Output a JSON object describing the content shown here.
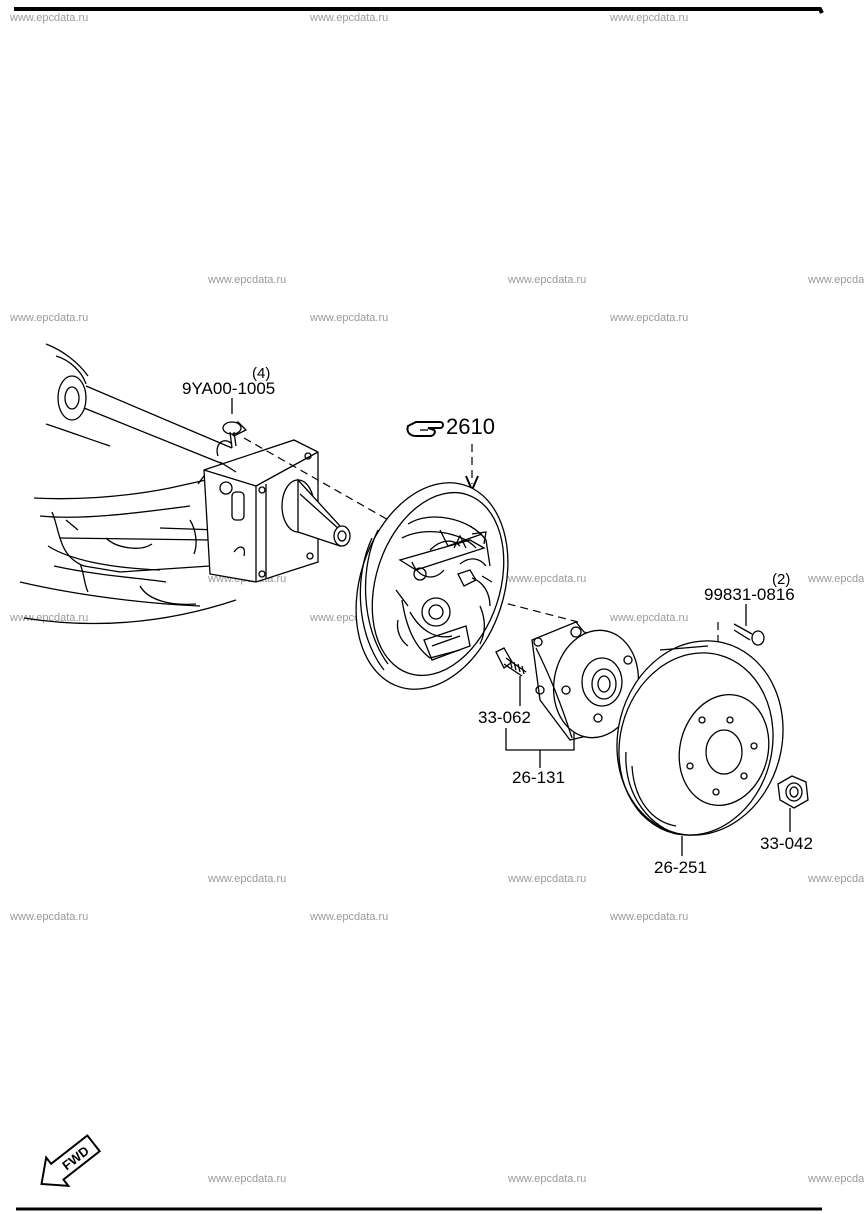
{
  "watermark": "www.epcdata.ru",
  "reference": {
    "code": "2610"
  },
  "parts": {
    "bolt_9ya": {
      "number": "9YA00-1005",
      "qty": "(4)"
    },
    "bolt_99831": {
      "number": "99831-0816",
      "qty": "(2)"
    },
    "hub_bolt": {
      "number": "33-062"
    },
    "hub_assembly": {
      "number": "26-131"
    },
    "brake_drum": {
      "number": "26-251"
    },
    "hub_nut": {
      "number": "33-042"
    }
  },
  "fwd_label": "FWD"
}
